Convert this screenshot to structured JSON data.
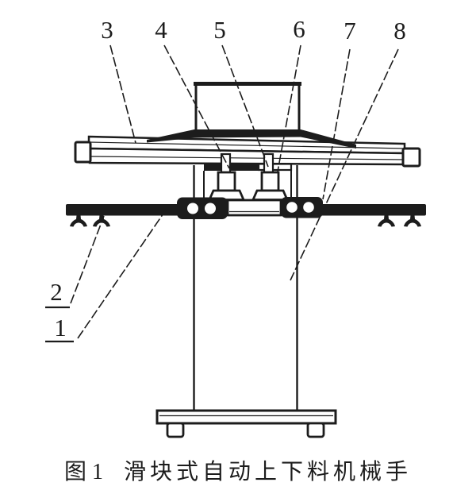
{
  "figure": {
    "caption": {
      "prefix": "图 1",
      "title": "滑块式自动上下料机械手"
    },
    "part_labels": {
      "l1": "1",
      "l2": "2",
      "l3": "3",
      "l4": "4",
      "l5": "5",
      "l6": "6",
      "l7": "7",
      "l8": "8"
    },
    "colors": {
      "ink": "#1c1c1c",
      "paper": "#ffffff"
    }
  }
}
